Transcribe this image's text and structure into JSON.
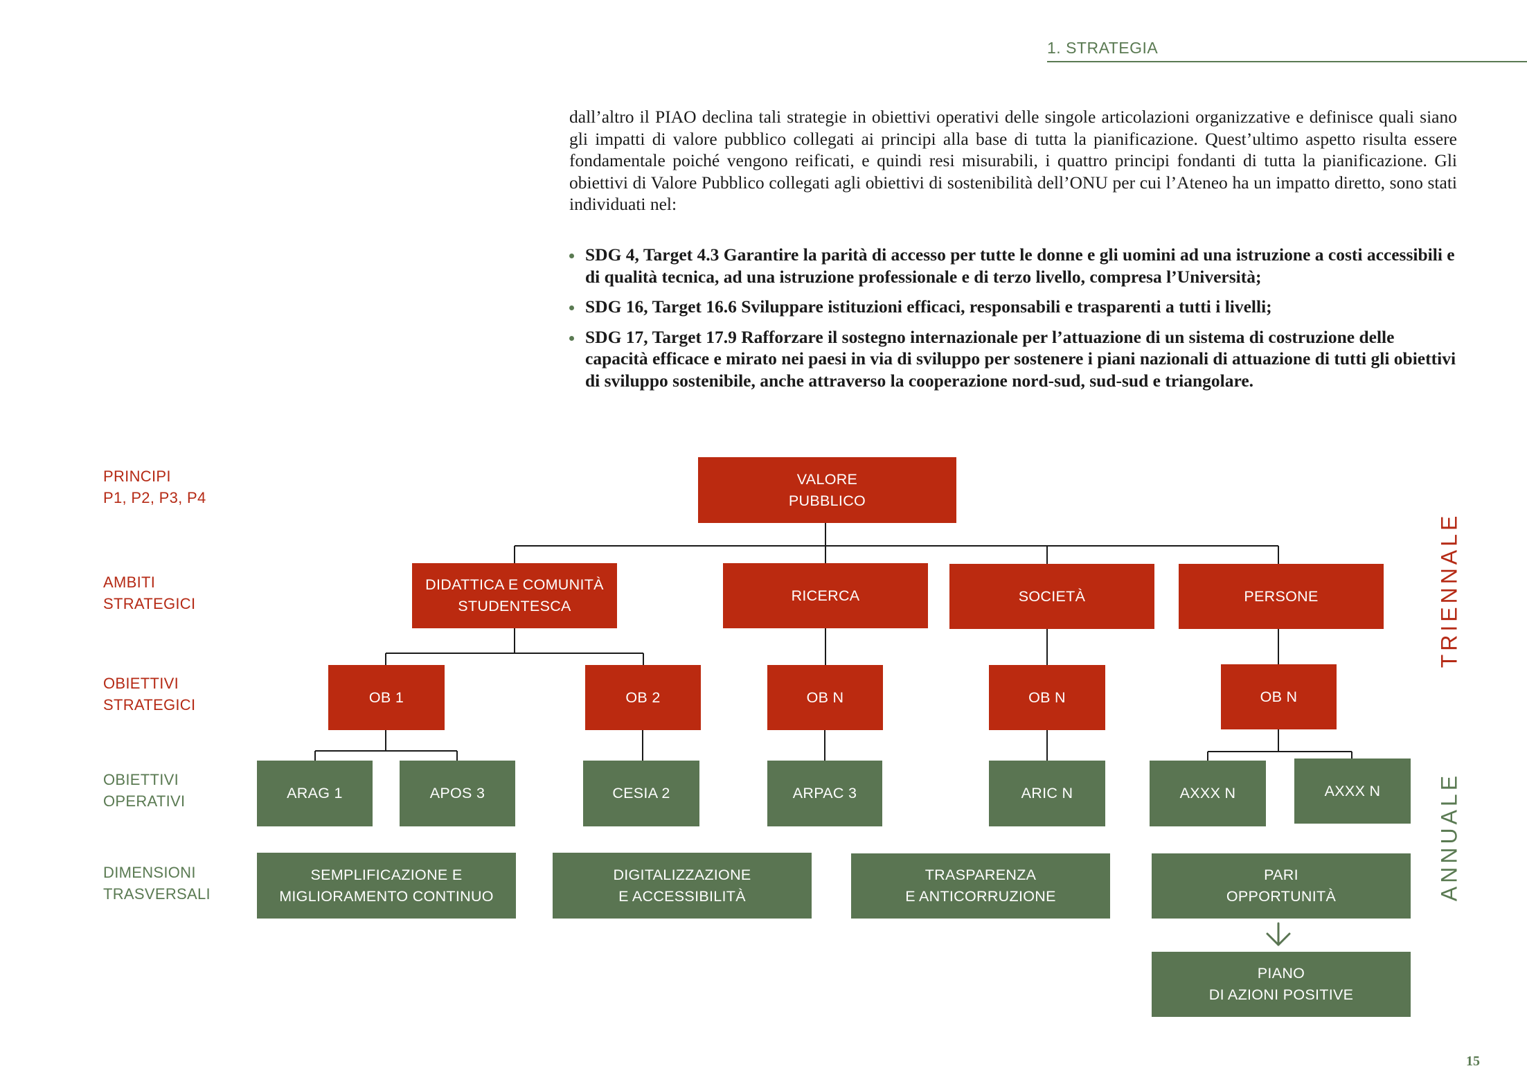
{
  "header": {
    "section": "1. STRATEGIA"
  },
  "body_paragraph": "dall’altro il PIAO declina tali strategie in obiettivi operativi delle singole articolazioni organizzative e definisce quali siano gli impatti di valore pubblico collegati ai principi alla base di tutta la pianificazione. Quest’ultimo aspetto risulta essere fondamentale poiché vengono reificati, e quindi resi misurabili, i quattro principi fondanti di tutta la pianificazione. Gli obiettivi di Valore Pubblico collegati agli obiettivi di sostenibilità dell’ONU per cui l’Ateneo ha un impatto diretto, sono stati individuati nel:",
  "bullets": [
    "SDG 4, Target 4.3 Garantire la parità di accesso per tutte le donne e gli uomini ad una istruzione a costi accessibili e di qualità tecnica, ad una istruzione professionale e di terzo livello, compresa l’Università;",
    "SDG 16, Target 16.6 Sviluppare istituzioni efficaci, responsabili e trasparenti a tutti i livelli;",
    "SDG 17, Target 17.9 Rafforzare il sostegno internazionale per l’attuazione di un sistema di costruzione delle capacità efficace e mirato nei paesi in via di sviluppo per sostenere i piani nazionali di attuazione di tutti gli obiettivi di sviluppo sostenibile, anche attraverso la cooperazione nord-sud, sud-sud e triangolare."
  ],
  "diagram": {
    "row_labels": {
      "principi": "PRINCIPI\nP1, P2, P3, P4",
      "ambiti": "AMBITI\nSTRATEGICI",
      "obiettivi_strategici": "OBIETTIVI\nSTRATEGICI",
      "obiettivi_operativi": "OBIETTIVI\nOPERATIVI",
      "dimensioni": "DIMENSIONI\nTRASVERSALI"
    },
    "valore": "VALORE\nPUBBLICO",
    "ambiti": [
      "DIDATTICA E COMUNITÀ\nSTUDENTESCA",
      "RICERCA",
      "SOCIETÀ",
      "PERSONE"
    ],
    "obiettivi_strategici": [
      "OB 1",
      "OB 2",
      "OB N",
      "OB N",
      "OB N"
    ],
    "obiettivi_operativi": [
      "ARAG 1",
      "APOS 3",
      "CESIA 2",
      "ARPAC 3",
      "ARIC N",
      "AXXX N",
      "AXXX N"
    ],
    "dimensioni": [
      "SEMPLIFICAZIONE E\nMIGLIORAMENTO CONTINUO",
      "DIGITALIZZAZIONE\nE ACCESSIBILITÀ",
      "TRASPARENZA\nE ANTICORRUZIONE",
      "PARI\nOPPORTUNITÀ"
    ],
    "piano": "PIANO\nDI AZIONI POSITIVE",
    "side_labels": {
      "triennale": "TRIENNALE",
      "annuale": "ANNUALE"
    },
    "colors": {
      "red": "#bb2a10",
      "green": "#5a7552",
      "label_red": "#b52a15",
      "label_green": "#5a7a52"
    }
  },
  "page_number": "15"
}
